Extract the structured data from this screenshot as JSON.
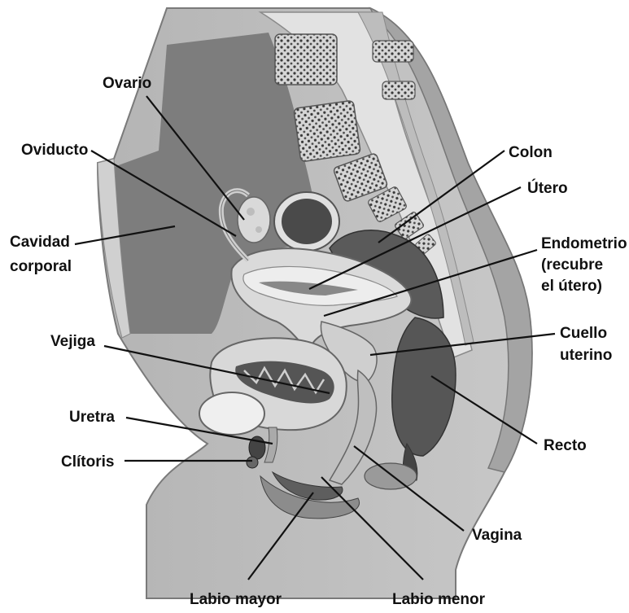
{
  "labels": {
    "ovario": "Ovario",
    "oviducto": "Oviducto",
    "cavidad_1": "Cavidad",
    "cavidad_2": "corporal",
    "vejiga": "Vejiga",
    "uretra": "Uretra",
    "clitoris": "Clítoris",
    "labio_mayor": "Labio mayor",
    "labio_menor": "Labio menor",
    "vagina": "Vagina",
    "recto": "Recto",
    "cuello_1": "Cuello",
    "cuello_2": "uterino",
    "endometrio_1": "Endometrio",
    "endometrio_2": "(recubre",
    "endometrio_3": "el útero)",
    "utero": "Útero",
    "colon": "Colon"
  }
}
